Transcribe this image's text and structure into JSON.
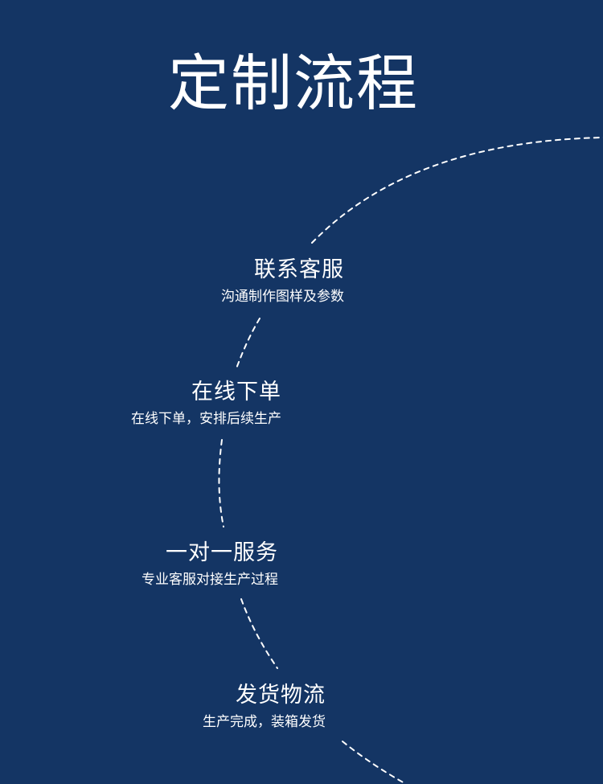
{
  "page": {
    "title": "定制流程",
    "background_color": "#143564",
    "accent_color": "#ffffff"
  },
  "steps": [
    {
      "title": "联系客服",
      "description": "沟通制作图样及参数"
    },
    {
      "title": "在线下单",
      "description": "在线下单，安排后续生产"
    },
    {
      "title": "一对一服务",
      "description": "专业客服对接生产过程"
    },
    {
      "title": "发货物流",
      "description": "生产完成，装箱发货"
    }
  ]
}
